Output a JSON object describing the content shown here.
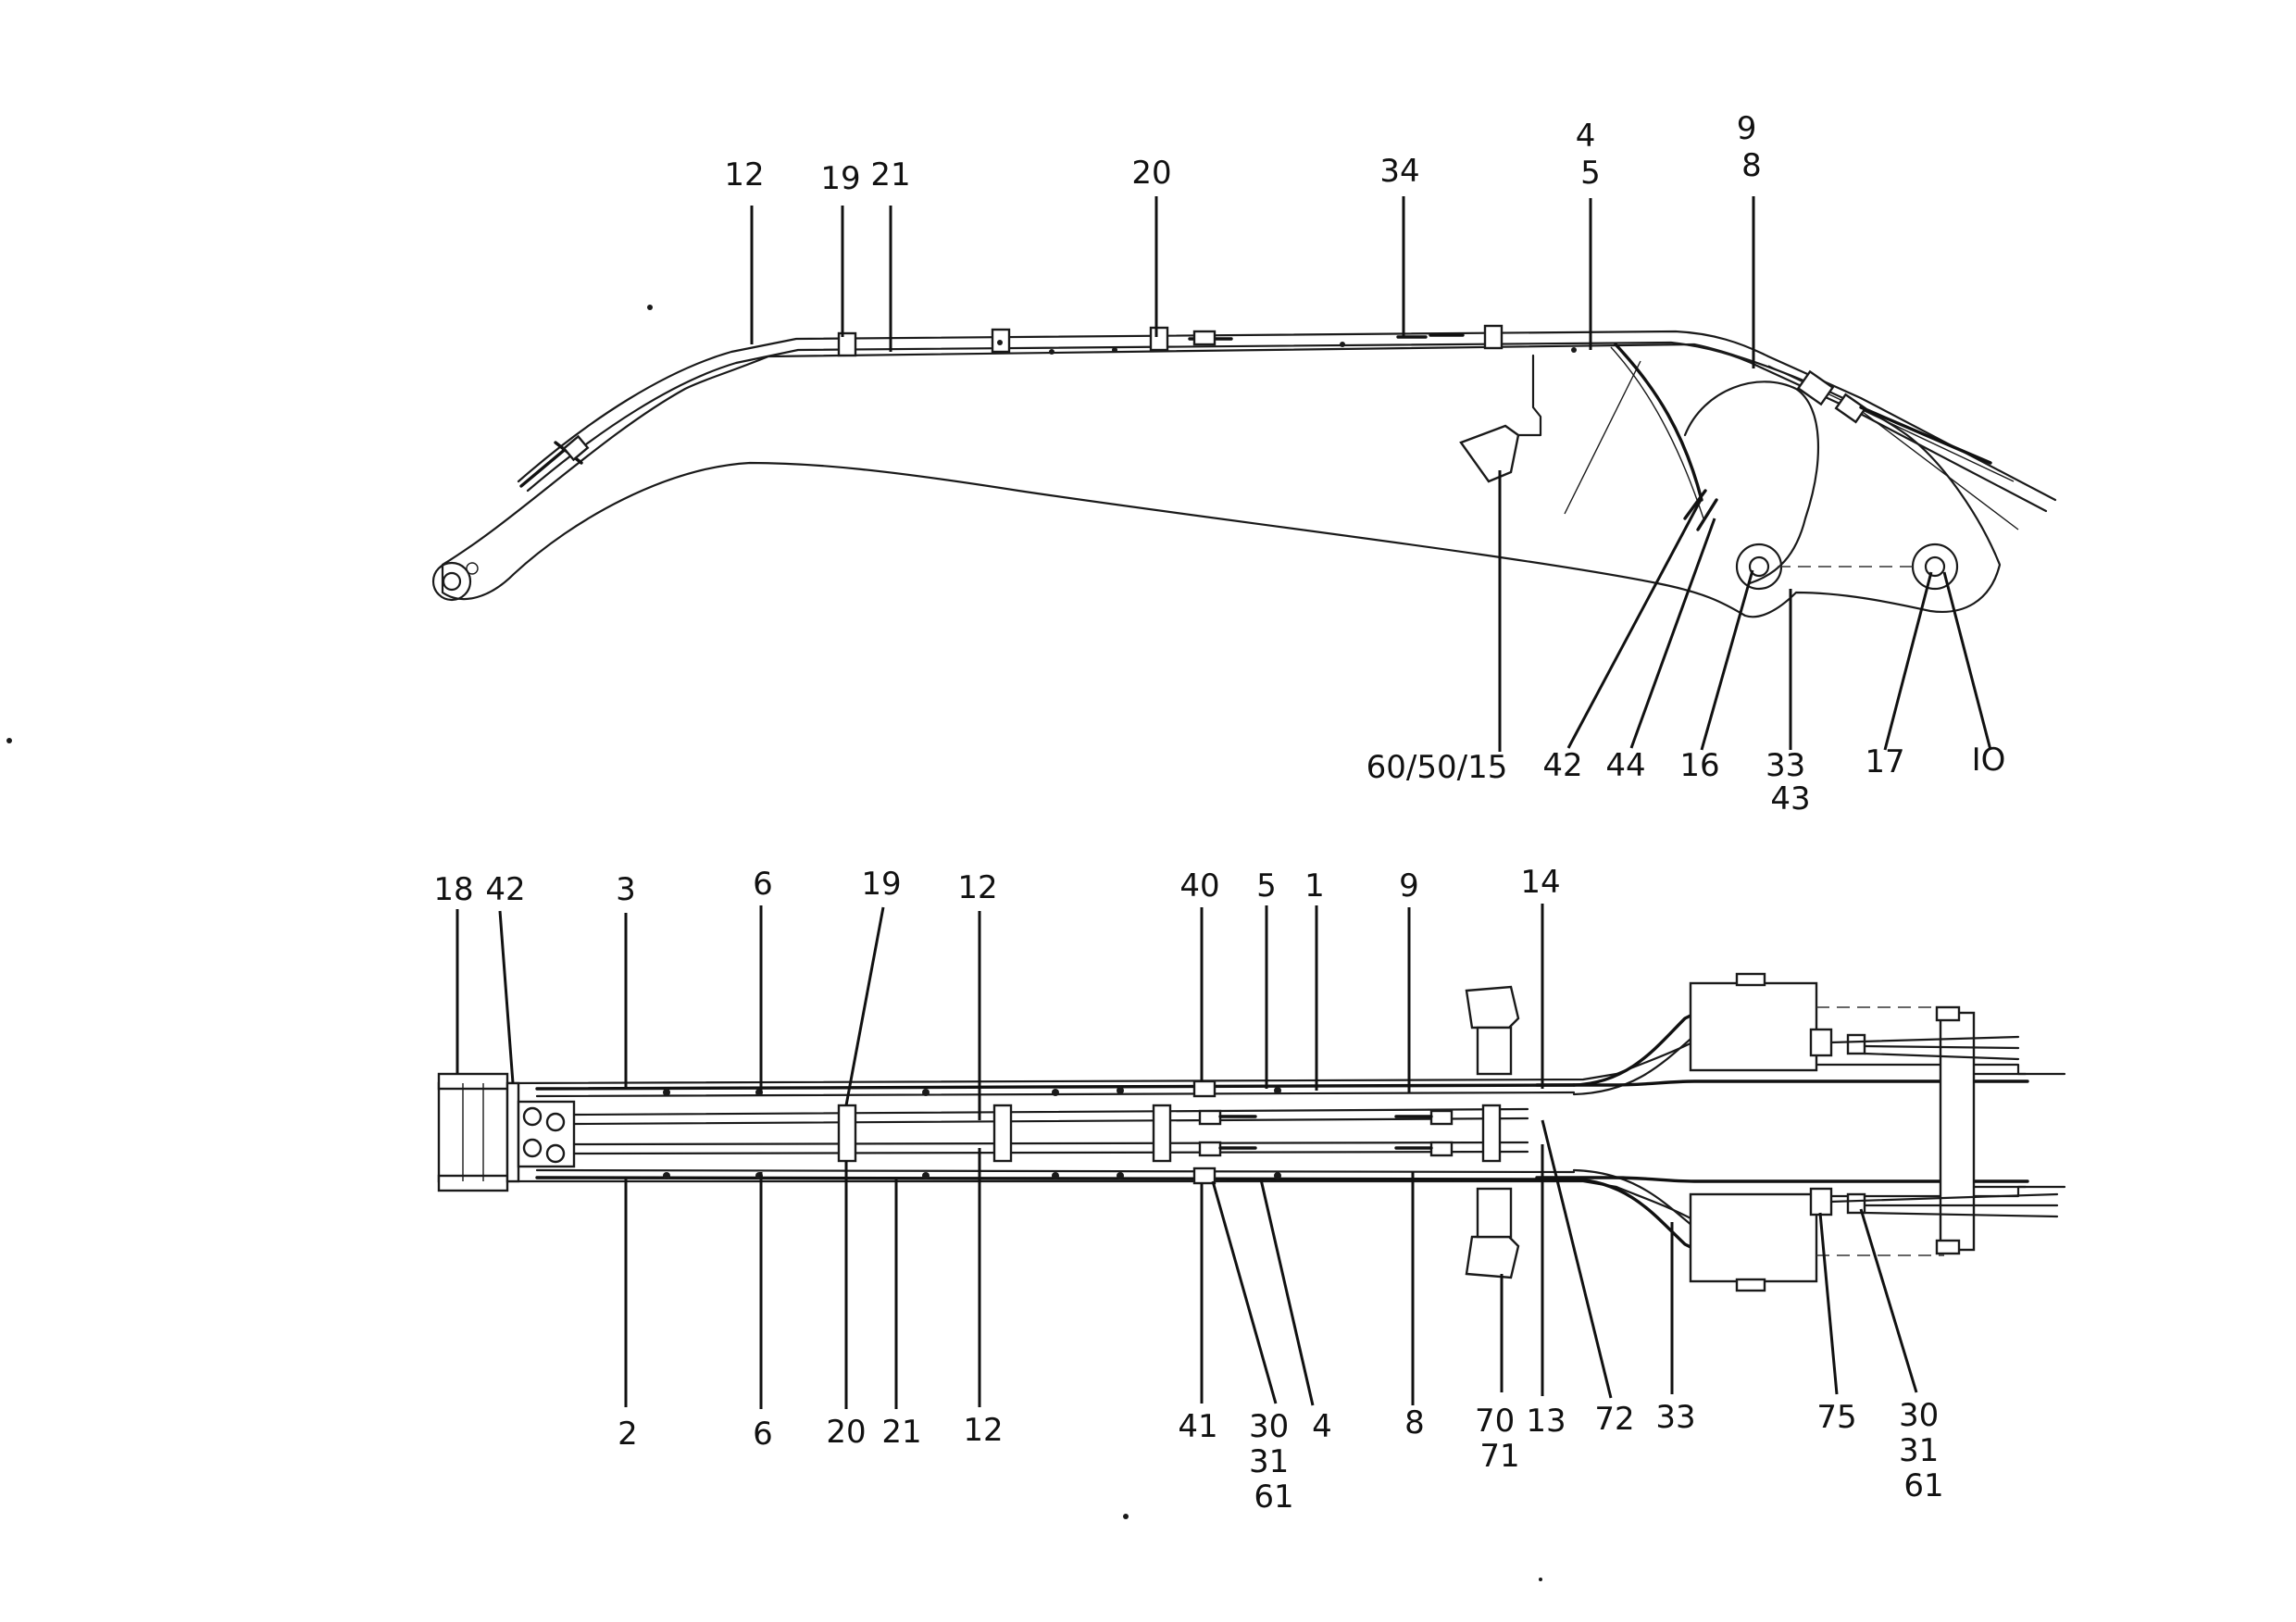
{
  "side_view": {
    "callouts": [
      {
        "id": "s12",
        "lines": [
          "12"
        ]
      },
      {
        "id": "s19",
        "lines": [
          "19"
        ]
      },
      {
        "id": "s21",
        "lines": [
          "21"
        ]
      },
      {
        "id": "s20",
        "lines": [
          "20"
        ]
      },
      {
        "id": "s34",
        "lines": [
          "34"
        ]
      },
      {
        "id": "s4_5",
        "lines": [
          "4",
          "5"
        ]
      },
      {
        "id": "s9_8",
        "lines": [
          "9",
          "8"
        ]
      },
      {
        "id": "s60",
        "lines": [
          "60/50/15"
        ]
      },
      {
        "id": "s42",
        "lines": [
          "42"
        ]
      },
      {
        "id": "s44",
        "lines": [
          "44"
        ]
      },
      {
        "id": "s16",
        "lines": [
          "16"
        ]
      },
      {
        "id": "s33_43",
        "lines": [
          "33",
          "43"
        ]
      },
      {
        "id": "s17",
        "lines": [
          "17"
        ]
      },
      {
        "id": "s10",
        "lines": [
          "IO"
        ]
      }
    ]
  },
  "top_view": {
    "callouts": [
      {
        "id": "t18",
        "lines": [
          "18"
        ]
      },
      {
        "id": "t42",
        "lines": [
          "42"
        ]
      },
      {
        "id": "t3",
        "lines": [
          "3"
        ]
      },
      {
        "id": "t6a",
        "lines": [
          "6"
        ]
      },
      {
        "id": "t19",
        "lines": [
          "19"
        ]
      },
      {
        "id": "t12a",
        "lines": [
          "12"
        ]
      },
      {
        "id": "t40",
        "lines": [
          "40"
        ]
      },
      {
        "id": "t5",
        "lines": [
          "5"
        ]
      },
      {
        "id": "t1",
        "lines": [
          "1"
        ]
      },
      {
        "id": "t9",
        "lines": [
          "9"
        ]
      },
      {
        "id": "t14",
        "lines": [
          "14"
        ]
      },
      {
        "id": "t2",
        "lines": [
          "2"
        ]
      },
      {
        "id": "t6b",
        "lines": [
          "6"
        ]
      },
      {
        "id": "t20",
        "lines": [
          "20"
        ]
      },
      {
        "id": "t21",
        "lines": [
          "21"
        ]
      },
      {
        "id": "t12b",
        "lines": [
          "12"
        ]
      },
      {
        "id": "t41",
        "lines": [
          "41"
        ]
      },
      {
        "id": "t30a",
        "lines": [
          "30",
          "31",
          "61"
        ]
      },
      {
        "id": "t4",
        "lines": [
          "4"
        ]
      },
      {
        "id": "t8",
        "lines": [
          "8"
        ]
      },
      {
        "id": "t70",
        "lines": [
          "70",
          "71"
        ]
      },
      {
        "id": "t13",
        "lines": [
          "13"
        ]
      },
      {
        "id": "t72",
        "lines": [
          "72"
        ]
      },
      {
        "id": "t33",
        "lines": [
          "33"
        ]
      },
      {
        "id": "t75",
        "lines": [
          "75"
        ]
      },
      {
        "id": "t30b",
        "lines": [
          "30",
          "31",
          "61"
        ]
      }
    ]
  }
}
